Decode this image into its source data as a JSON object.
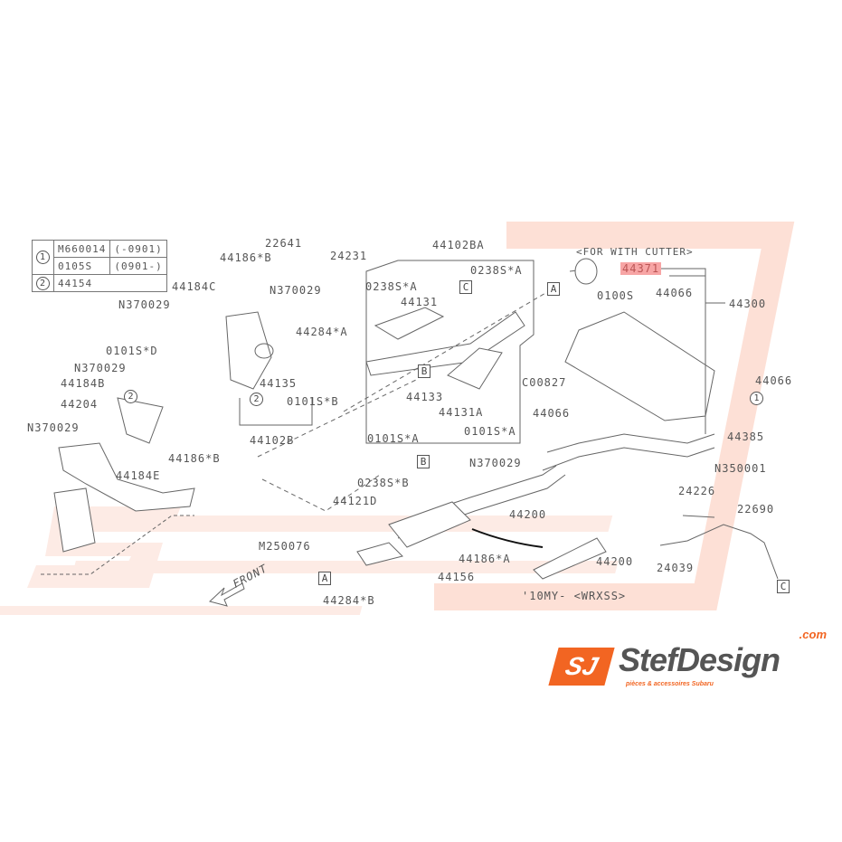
{
  "watermark": {
    "brand": "StefDesign",
    "domain": ".com",
    "tagline": "pièces & accessoires Subaru"
  },
  "legend": [
    {
      "marker": "1",
      "rows": [
        {
          "part": "M660014",
          "range": "(-0901)"
        },
        {
          "part": "0105S",
          "range": "(0901-)"
        }
      ]
    },
    {
      "marker": "2",
      "rows": [
        {
          "part": "44154",
          "range": ""
        }
      ]
    }
  ],
  "labels": {
    "p44186b_top": "44186*B",
    "p22641": "22641",
    "p24231": "24231",
    "p44184c": "44184C",
    "n370029_a": "N370029",
    "n370029_b": "N370029",
    "p44284a": "44284*A",
    "p0101sd": "0101S*D",
    "n370029_c": "N370029",
    "p44184b": "44184B",
    "p44204": "44204",
    "p44135": "44135",
    "p0101sb": "0101S*B",
    "p44102b": "44102B",
    "n370029_d": "N370029",
    "p44186b_low": "44186*B",
    "p44184e": "44184E",
    "p44102ba": "44102BA",
    "p0238sa_l": "0238S*A",
    "p44131": "44131",
    "p0238sa_r": "0238S*A",
    "p44133": "44133",
    "p44131a": "44131A",
    "p0101sa_l": "0101S*A",
    "p0101sa_r": "0101S*A",
    "c00827": "C00827",
    "for_cutter": "<FOR WITH CUTTER>",
    "p44371": "44371",
    "p0100s": "0100S",
    "p44066_a": "44066",
    "p44300": "44300",
    "p44066_b": "44066",
    "p44066_c": "44066",
    "p44385": "44385",
    "n350001": "N350001",
    "n370029_e": "N370029",
    "p0238sb": "0238S*B",
    "p44121d": "44121D",
    "m250076": "M250076",
    "p44200_a": "44200",
    "p44186a": "44186*A",
    "p44156": "44156",
    "p44284b": "44284*B",
    "front": "FRONT",
    "p44200_b": "44200",
    "wrxss": "'10MY- <WRXSS>",
    "p24226": "24226",
    "p22690": "22690",
    "p24039": "24039"
  },
  "refs": {
    "a": "A",
    "b": "B",
    "c": "C",
    "one": "1",
    "two": "2"
  },
  "highlight_color": "#f7a5a5",
  "brand_color": "#f26522",
  "logo": {
    "mark": "SJ",
    "name": "StefDesign",
    "domain": ".com",
    "tagline": "pièces & accessoires Subaru"
  }
}
